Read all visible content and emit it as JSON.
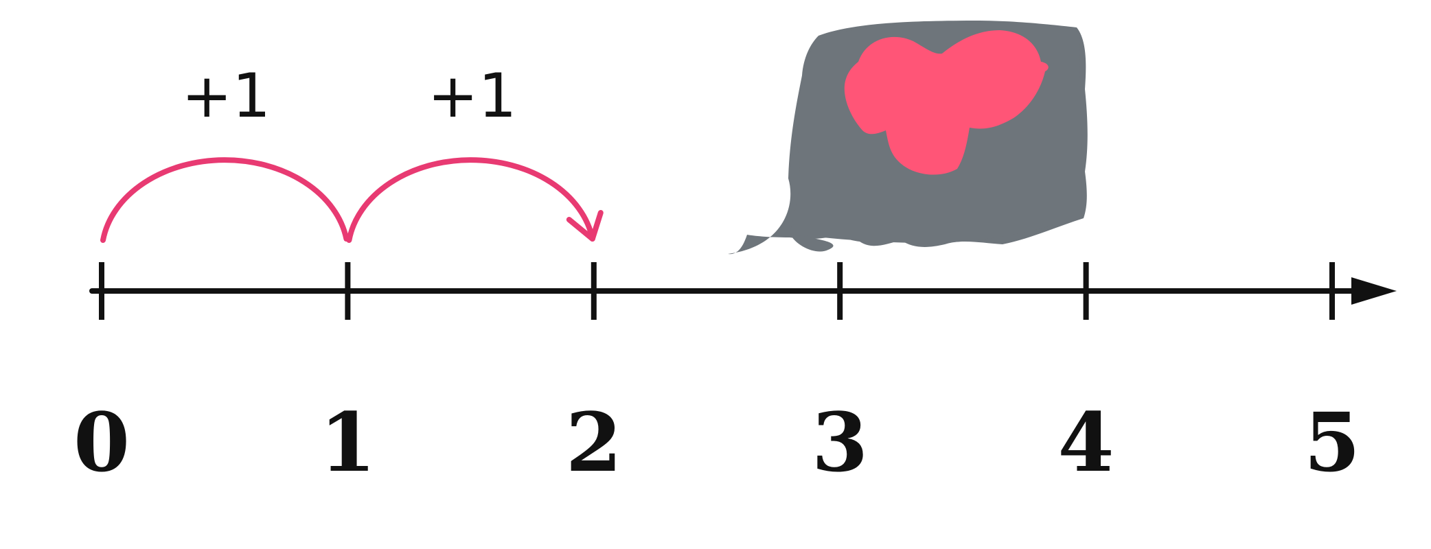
{
  "number_line": {
    "ticks": [
      {
        "value": 0,
        "label": "0"
      },
      {
        "value": 1,
        "label": "1"
      },
      {
        "value": 2,
        "label": "2"
      },
      {
        "value": 3,
        "label": "3"
      },
      {
        "value": 4,
        "label": "4"
      },
      {
        "value": 5,
        "label": "5"
      }
    ],
    "axis_color": "#111111"
  },
  "jumps": [
    {
      "from": 0,
      "to": 1,
      "label": "+1",
      "arrowhead": false
    },
    {
      "from": 1,
      "to": 2,
      "label": "+1",
      "arrowhead": true
    }
  ],
  "jump_color": "#e83a72",
  "redaction": {
    "description_colors": {
      "box": "#6e757b",
      "blob": "#ff5577"
    }
  }
}
